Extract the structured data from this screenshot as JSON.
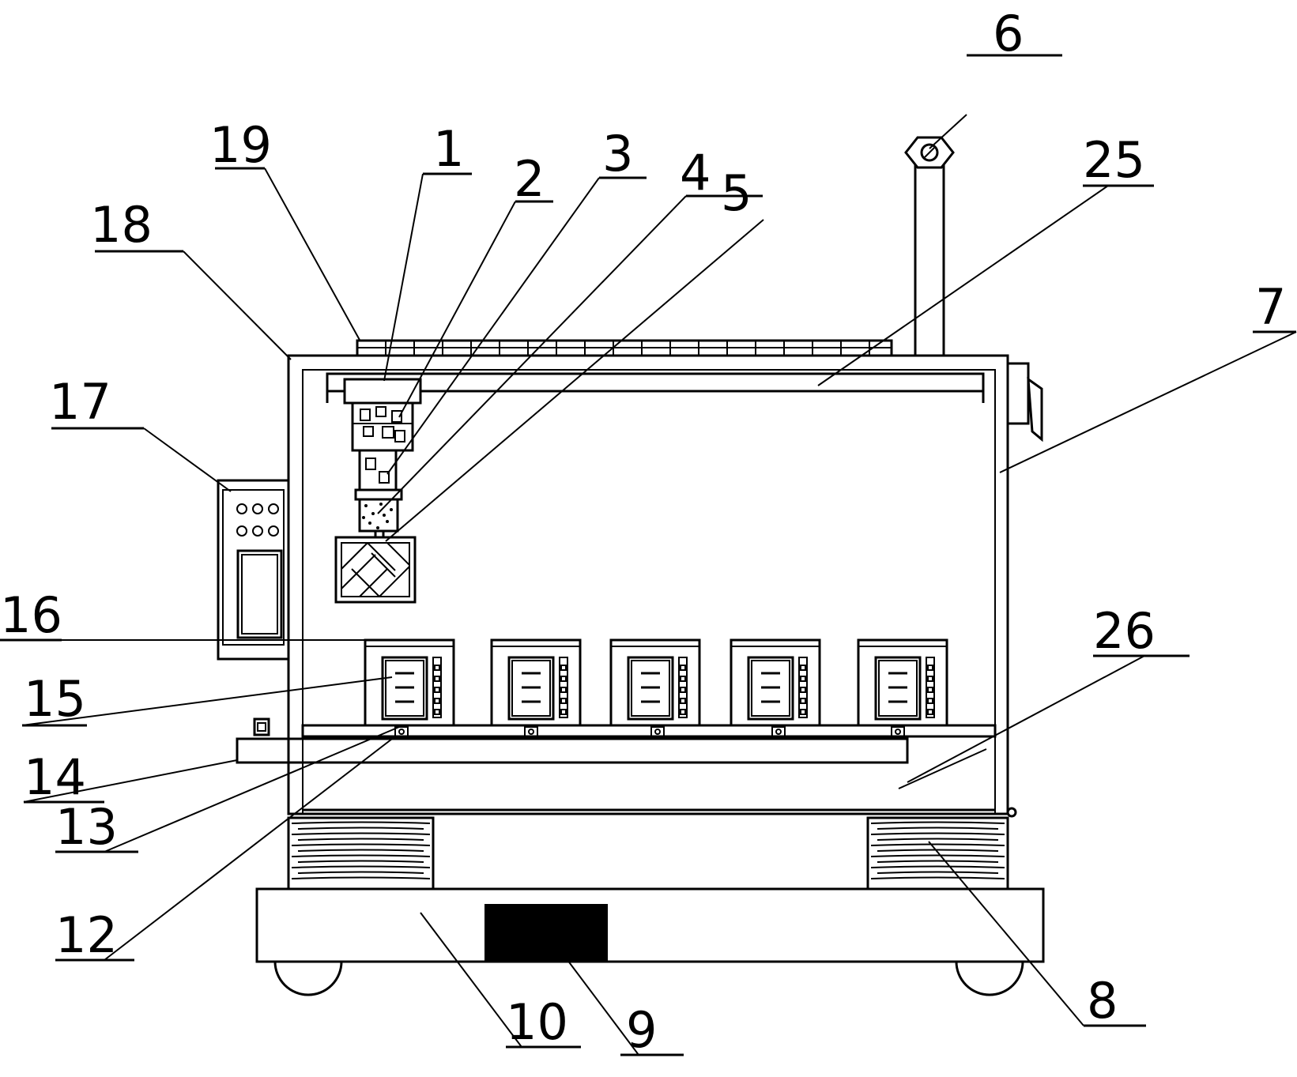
{
  "labels": {
    "n1": "1",
    "n2": "2",
    "n3": "3",
    "n4": "4",
    "n5": "5",
    "n6": "6",
    "n7": "7",
    "n8": "8",
    "n9": "9",
    "n10": "10",
    "n12": "12",
    "n13": "13",
    "n14": "14",
    "n15": "15",
    "n16": "16",
    "n17": "17",
    "n18": "18",
    "n19": "19",
    "n25": "25",
    "n26": "26"
  }
}
